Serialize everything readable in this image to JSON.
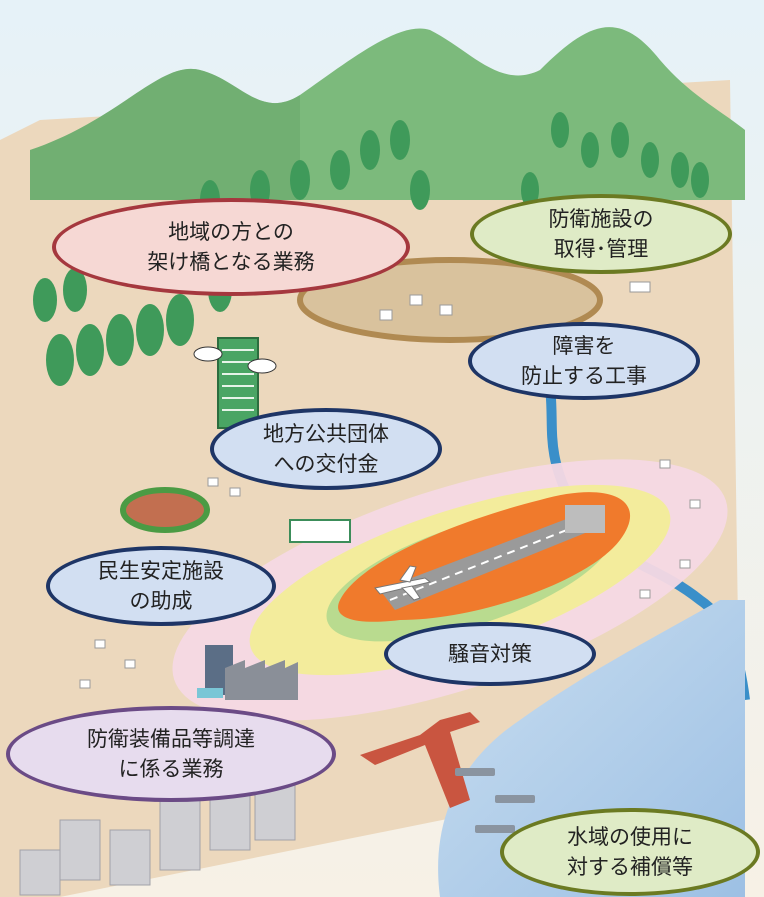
{
  "labels": {
    "bridge": {
      "line1": "地域の方との",
      "line2": "架け橋となる業務"
    },
    "facilities": {
      "line1": "防衛施設の",
      "line2": "取得･管理"
    },
    "prevention": {
      "line1": "障害を",
      "line2": "防止する工事"
    },
    "grants": {
      "line1": "地方公共団体",
      "line2": "への交付金"
    },
    "stability": {
      "line1": "民生安定施設",
      "line2": "の助成"
    },
    "noise": {
      "line1": "騒音対策"
    },
    "procurement": {
      "line1": "防衛装備品等調達",
      "line2": "に係る業務"
    },
    "water": {
      "line1": "水域の使用に",
      "line2": "対する補償等"
    }
  },
  "colors": {
    "red": "#a5383e",
    "green": "#6b7a22",
    "blue": "#1e3566",
    "purple": "#6b4b86",
    "sea": "#a8c8e8",
    "land": "#ead5b5",
    "mountain": "#6bae6e"
  }
}
